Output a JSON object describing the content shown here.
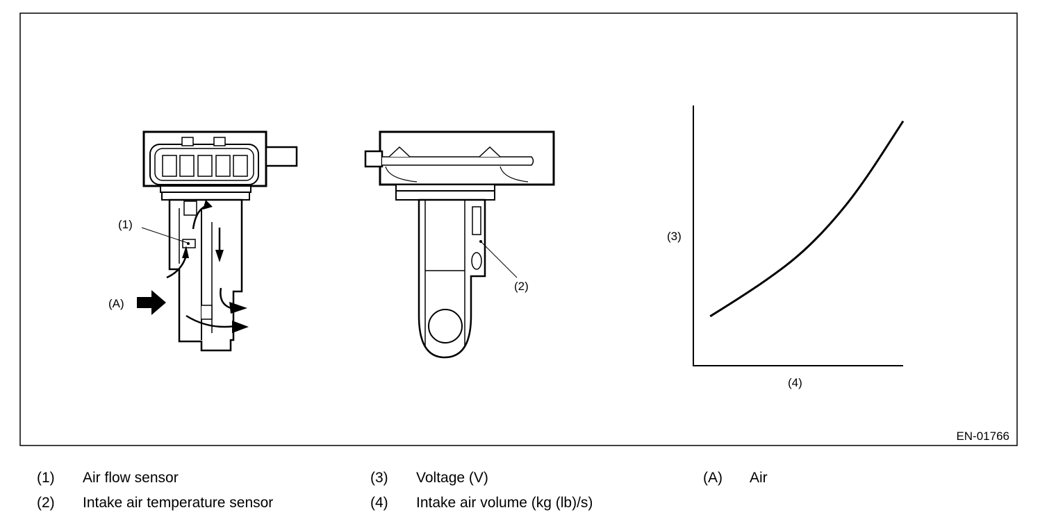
{
  "figure": {
    "id_label": "EN-01766",
    "callouts": {
      "c1": "(1)",
      "c2": "(2)",
      "c3": "(3)",
      "c4": "(4)",
      "cA": "(A)"
    }
  },
  "chart_data": {
    "type": "line",
    "title": "",
    "xlabel": "(4)",
    "ylabel": "(3)",
    "series": [
      {
        "x": [
          0.08,
          0.2,
          0.35,
          0.5,
          0.65,
          0.8,
          1.0
        ],
        "y": [
          0.19,
          0.25,
          0.33,
          0.42,
          0.54,
          0.69,
          0.94
        ]
      }
    ],
    "xlim": [
      0,
      1
    ],
    "ylim": [
      0,
      1
    ],
    "grid": false
  },
  "legend": [
    {
      "key": "(1)",
      "text": "Air flow sensor"
    },
    {
      "key": "(2)",
      "text": "Intake air temperature sensor"
    },
    {
      "key": "(3)",
      "text": "Voltage (V)"
    },
    {
      "key": "(4)",
      "text": "Intake air volume (kg (lb)/s)"
    },
    {
      "key": "(A)",
      "text": "Air"
    }
  ]
}
